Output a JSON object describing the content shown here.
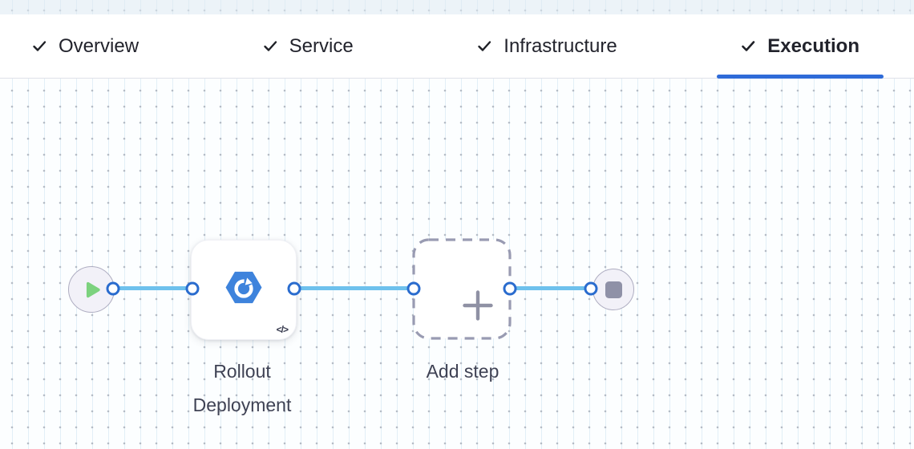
{
  "header": {
    "tabs": [
      {
        "label": "Overview",
        "checked": true,
        "active": false
      },
      {
        "label": "Service",
        "checked": true,
        "active": false
      },
      {
        "label": "Infrastructure",
        "checked": true,
        "active": false
      },
      {
        "label": "Execution",
        "checked": true,
        "active": true
      }
    ]
  },
  "pipeline": {
    "start_node": {
      "icon": "play-icon"
    },
    "step": {
      "label": "Rollout Deployment",
      "icon": "rollout-deployment-icon",
      "code_badge": "</>"
    },
    "add_step": {
      "label": "Add step",
      "icon": "plus-icon"
    },
    "end_node": {
      "icon": "stop-icon"
    }
  },
  "colors": {
    "active_tab_underline": "#2f6bd8",
    "tab_text": "#22232c",
    "edge_blue": "#6ec1ed",
    "connector_blue": "#2a6cce",
    "play_green": "#7cd27e",
    "step_icon_blue": "#3e83dc",
    "stop_gray": "#8f91a7",
    "label_slate": "#3f4254"
  }
}
